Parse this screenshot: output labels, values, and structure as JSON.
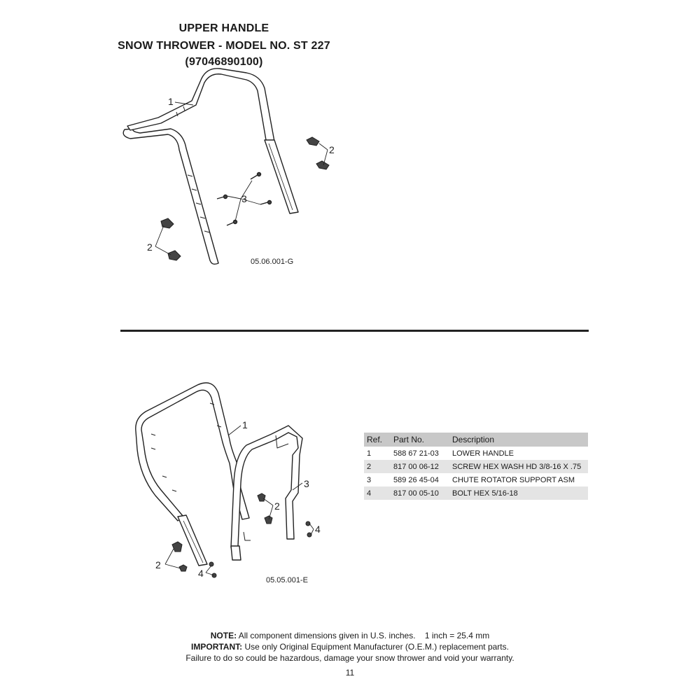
{
  "header": {
    "title": "UPPER HANDLE",
    "subtitle": "SNOW THROWER - MODEL NO. ST 227",
    "model_code": "(97046890100)"
  },
  "upper_figure": {
    "code": "05.06.001-G",
    "callouts": [
      "1",
      "2",
      "3",
      "2"
    ]
  },
  "lower_figure": {
    "code": "05.05.001-E",
    "callouts": [
      "1",
      "2",
      "3",
      "4",
      "2",
      "4"
    ]
  },
  "parts_table": {
    "headers": [
      "Ref.",
      "Part No.",
      "Description"
    ],
    "rows": [
      {
        "ref": "1",
        "part_no": "588 67 21-03",
        "description": "LOWER HANDLE"
      },
      {
        "ref": "2",
        "part_no": "817 00 06-12",
        "description": "SCREW HEX WASH HD 3/8-16 X .75"
      },
      {
        "ref": "3",
        "part_no": "589 26 45-04",
        "description": "CHUTE ROTATOR SUPPORT ASM"
      },
      {
        "ref": "4",
        "part_no": "817 00 05-10",
        "description": "BOLT HEX 5/16-18"
      }
    ]
  },
  "footer": {
    "note_label": "NOTE:",
    "note_text": "All component dimensions given in U.S. inches.    1 inch = 25.4 mm",
    "important_label": "IMPORTANT:",
    "important_text": "Use only Original Equipment Manufacturer (O.E.M.) replacement parts.",
    "warning_text": "Failure to do so could be hazardous, damage your snow thrower and void your warranty.",
    "page_number": "11"
  }
}
